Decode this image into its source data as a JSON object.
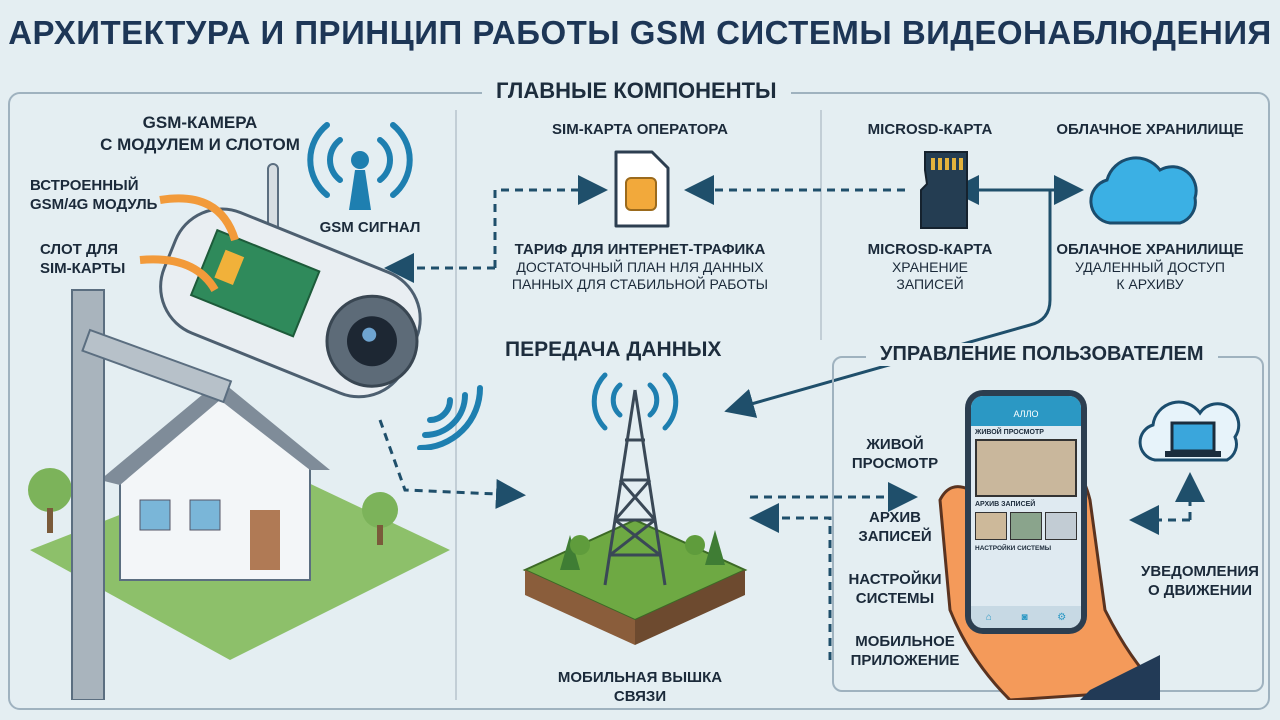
{
  "title": "АРХИТЕКТУРА И ПРИНЦИП РАБОТЫ GSM СИСТЕМЫ ВИДЕОНАБЛЮДЕНИЯ",
  "main_components": {
    "heading": "ГЛАВНЫЕ КОМПОНЕНТЫ",
    "camera": {
      "title_line1": "GSM-КАМЕРА",
      "title_line2": "С МОДУЛЕМ И СЛОТОМ",
      "module_line1": "ВСТРОЕННЫЙ",
      "module_line2": "GSM/4G МОДУЛЬ",
      "slot_line1": "СЛОТ ДЛЯ",
      "slot_line2": "SIM-КАРТЫ"
    },
    "gsm_signal": "GSM СИГНАЛ",
    "sim": {
      "title": "SIM-КАРТА ОПЕРАТОРА",
      "caption": "ТАРИФ ДЛЯ ИНТЕРНЕТ-ТРАФИКА",
      "desc_line1": "ДОСТАТОЧНЫЙ ПЛАН НЛЯ ДАННЫХ",
      "desc_line2": "ПАННЫХ ДЛЯ СТАБИЛЬНОЙ РАБОТЫ"
    },
    "microsd": {
      "title": "MICROSD-КАРТА",
      "caption": "MICROSD-КАРТА",
      "desc_line1": "ХРАНЕНИЕ",
      "desc_line2": "ЗАПИСЕЙ"
    },
    "cloud": {
      "title": "ОБЛАЧНОЕ ХРАНИЛИЩЕ",
      "caption": "ОБЛАЧНОЕ ХРАНИЛИЩЕ",
      "desc_line1": "УДАЛЕННЫЙ ДОСТУП",
      "desc_line2": "К АРХИВУ"
    }
  },
  "data_transfer": {
    "heading": "ПЕРЕДАЧА ДАННЫХ",
    "tower_label": "МОБИЛЬНАЯ ВЫШКА СВЯЗИ"
  },
  "user_control": {
    "heading": "УПРАВЛЕНИЕ ПОЛЬЗОВАТЕЛЕМ",
    "live_line1": "ЖИВОЙ",
    "live_line2": "ПРОСМОТР",
    "archive_line1": "АРХИВ",
    "archive_line2": "ЗАПИСЕЙ",
    "settings_line1": "НАСТРОЙКИ",
    "settings_line2": "СИСТЕМЫ",
    "app_line1": "МОБИЛЬНОЕ",
    "app_line2": "ПРИЛОЖЕНИЕ",
    "notify_line1": "УВЕДОМЛЕНИЯ",
    "notify_line2": "О ДВИЖЕНИИ",
    "phone": {
      "app_title": "АЛЛО",
      "live": "ЖИВОЙ ПРОСМОТР",
      "archive": "АРХИВ ЗАПИСЕЙ",
      "settings": "НАСТРОЙКИ СИСТЕМЫ"
    }
  },
  "colors": {
    "navy": "#1d3656",
    "accent_blue": "#1e7fb0",
    "arrow": "#1f4f6b",
    "orange": "#f29a3a",
    "green": "#6ea943"
  }
}
